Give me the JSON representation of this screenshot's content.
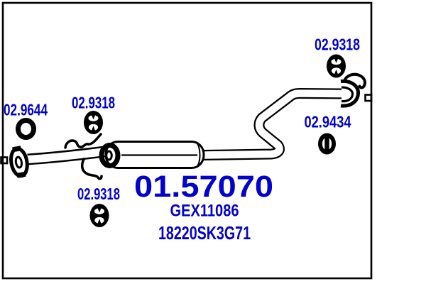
{
  "colors": {
    "accent_blue": "#0202cc",
    "ink": "#000000",
    "paper": "#ffffff"
  },
  "part_identity": {
    "mts_number": "01.57070",
    "oe_ref_primary": "GEX11086",
    "oe_ref_secondary": "18220SK3G71"
  },
  "part_labels": {
    "flange_gasket": "02.9644",
    "rubber_mount_front": "02.9318",
    "rubber_mount_rear": "02.9318",
    "rubber_mount_bottom": "02.9318",
    "pipe_clamp": "02.9434"
  },
  "icons": {
    "gasket_ring": "gasket-ring-icon",
    "rubber_mount": "rubber-mount-icon",
    "pipe_clamp": "clamp-icon"
  }
}
